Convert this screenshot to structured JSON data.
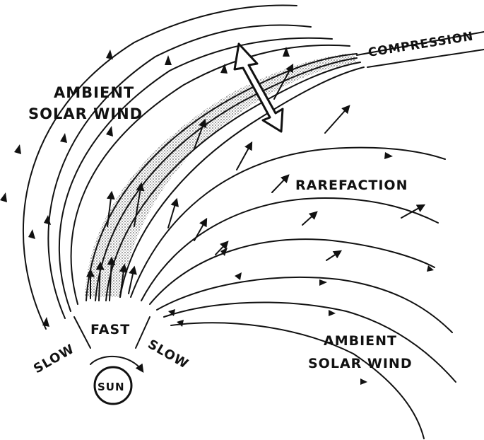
{
  "labels": {
    "ambient_top_1": "AMBIENT",
    "ambient_top_2": "SOLAR WIND",
    "compression": "COMPRESSION",
    "rarefaction": "RAREFACTION",
    "ambient_bottom_1": "AMBIENT",
    "ambient_bottom_2": "SOLAR WIND",
    "slow_left": "SLOW",
    "fast": "FAST",
    "slow_right": "SLOW",
    "sun": "SUN"
  },
  "colors": {
    "ink": "#111111",
    "shade": "#9a9a9a"
  }
}
